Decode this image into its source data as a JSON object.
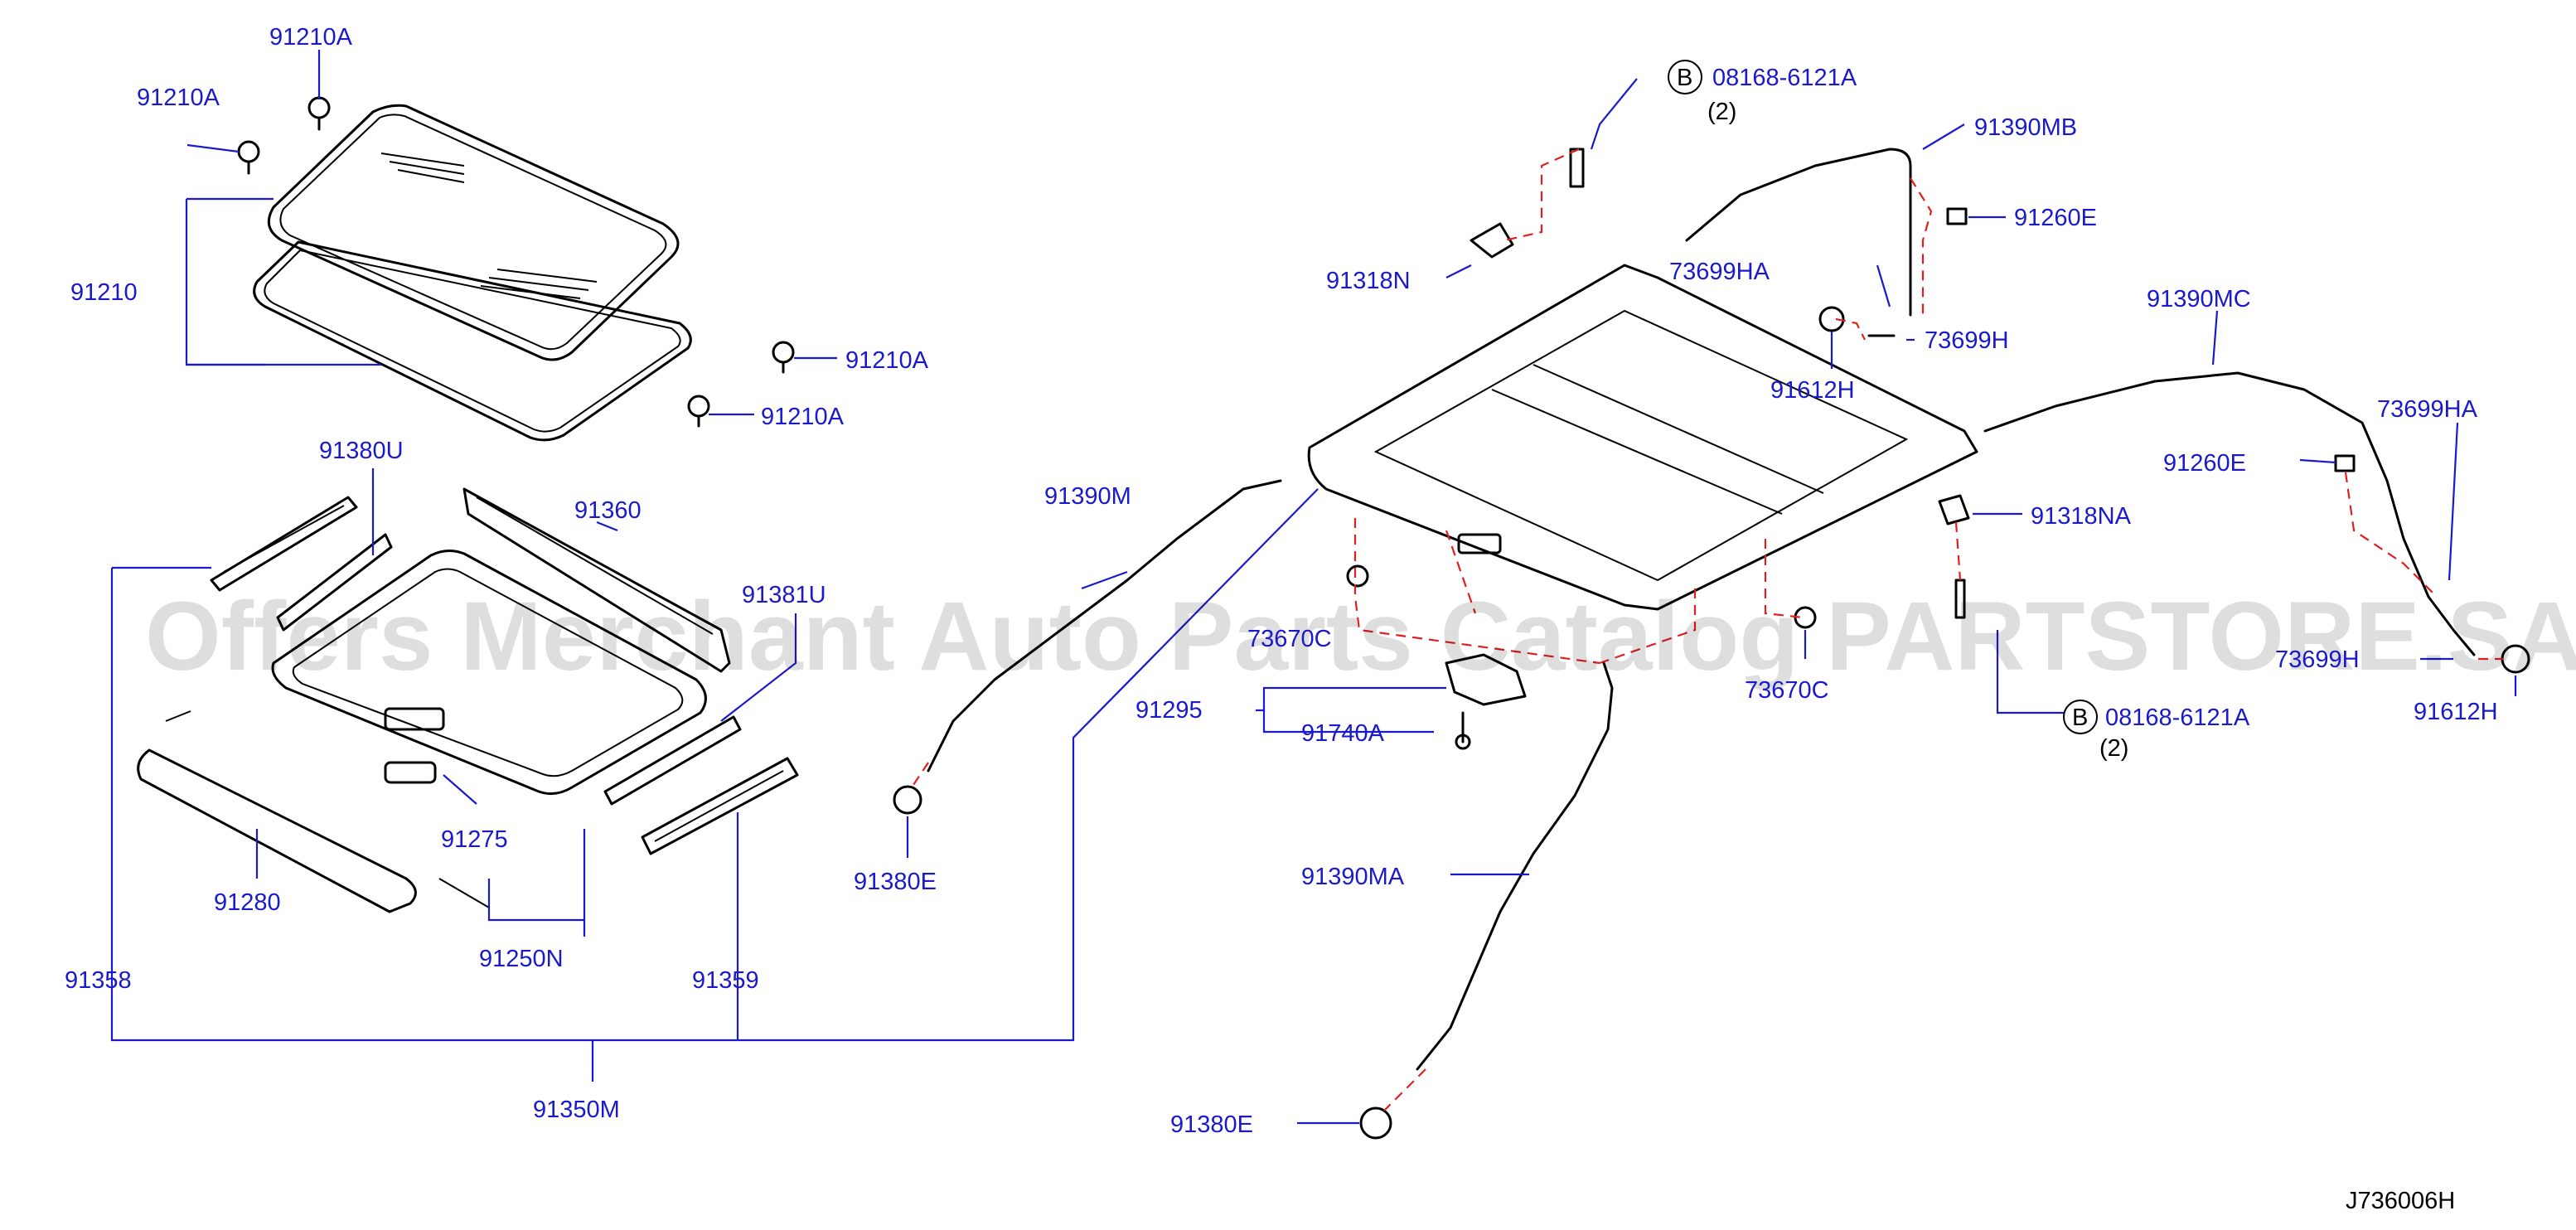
{
  "diagram": {
    "watermark": "Offers Merchant Auto Parts Catalog PARTSTORE.SA",
    "diagram_code": "J736006H",
    "colors": {
      "label": "#1a1acc",
      "leader": "#1a1acc",
      "dashed_guide": "#e02020",
      "parts": "#000000"
    },
    "labels": {
      "p91210A_1": "91210A",
      "p91210A_2": "91210A",
      "p91210A_3": "91210A",
      "p91210A_4": "91210A",
      "p91210": "91210",
      "p91380U": "91380U",
      "p91360": "91360",
      "p91381U": "91381U",
      "p91358": "91358",
      "p91275": "91275",
      "p91280": "91280",
      "p91250N": "91250N",
      "p91359": "91359",
      "p91350M": "91350M",
      "p91390M": "91390M",
      "p91380E_1": "91380E",
      "p91380E_2": "91380E",
      "p91295": "91295",
      "p91740A": "91740A",
      "p91390MA": "91390MA",
      "p73670C_1": "73670C",
      "p73670C_2": "73670C",
      "p91318N": "91318N",
      "p91318NA": "91318NA",
      "p08168_1": "08168-6121A",
      "p08168_2": "08168-6121A",
      "qty_1": "(2)",
      "qty_2": "(2)",
      "bolt_symbol_1": "B",
      "bolt_symbol_2": "B",
      "p91390MB": "91390MB",
      "p91260E_1": "91260E",
      "p91260E_2": "91260E",
      "p73699HA_1": "73699HA",
      "p73699HA_2": "73699HA",
      "p73699H_1": "73699H",
      "p73699H_2": "73699H",
      "p91612H_1": "91612H",
      "p91612H_2": "91612H",
      "p91390MC": "91390MC"
    }
  }
}
